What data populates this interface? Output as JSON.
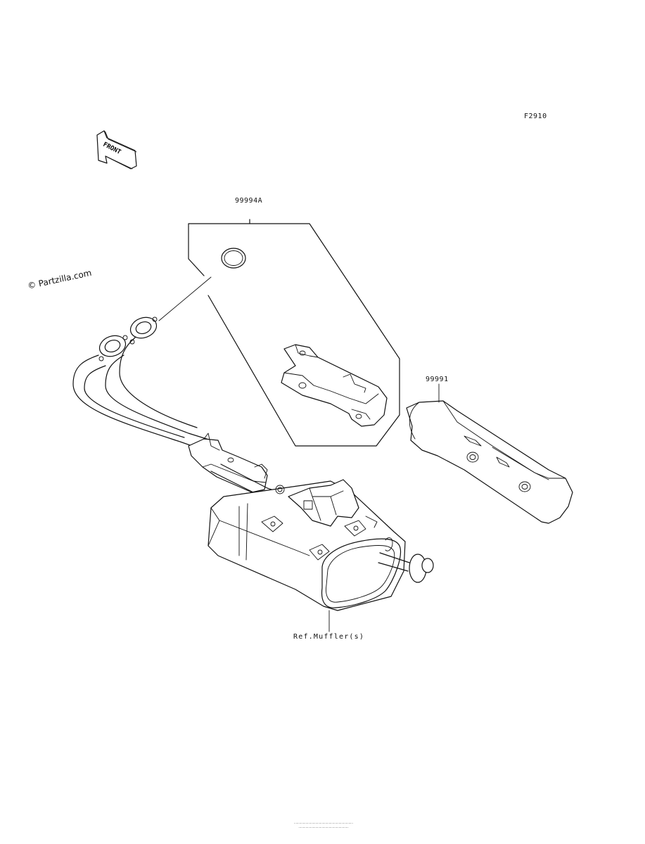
{
  "diagram": {
    "figure_code": "F2910",
    "direction_label": "FRONT",
    "watermark": "© Partzilla.com",
    "parts": [
      {
        "number": "99994A"
      },
      {
        "number": "99991"
      }
    ],
    "reference_label": "Ref.Muffler(s)"
  }
}
